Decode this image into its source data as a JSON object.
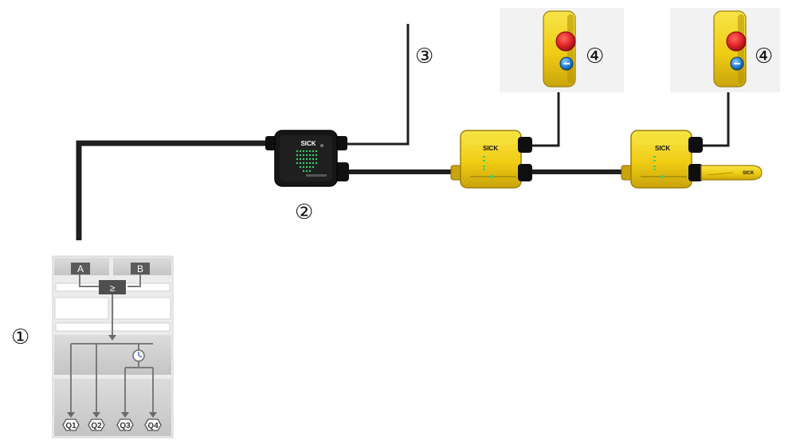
{
  "callouts": {
    "logic_controller": "①",
    "gateway": "②",
    "open_cable_end": "③",
    "estop_1": "④",
    "estop_2": "④"
  },
  "logic": {
    "input_a": "A",
    "input_b": "B",
    "operator": "≥",
    "outputs": [
      "Q1",
      "Q2",
      "Q3",
      "Q4"
    ]
  },
  "brand": {
    "gateway_logo": "SICK",
    "node1_logo": "SICK",
    "node2_logo": "SICK",
    "terminator_logo": "SICK"
  },
  "colors": {
    "cable": "#1f1f1f",
    "device_yellow": "#f2d21c",
    "gateway_black": "#161616",
    "led_green": "#3bd16f",
    "estop_red": "#e0242a",
    "reset_blue": "#2b86d6",
    "panel_bg": "#ececec"
  }
}
